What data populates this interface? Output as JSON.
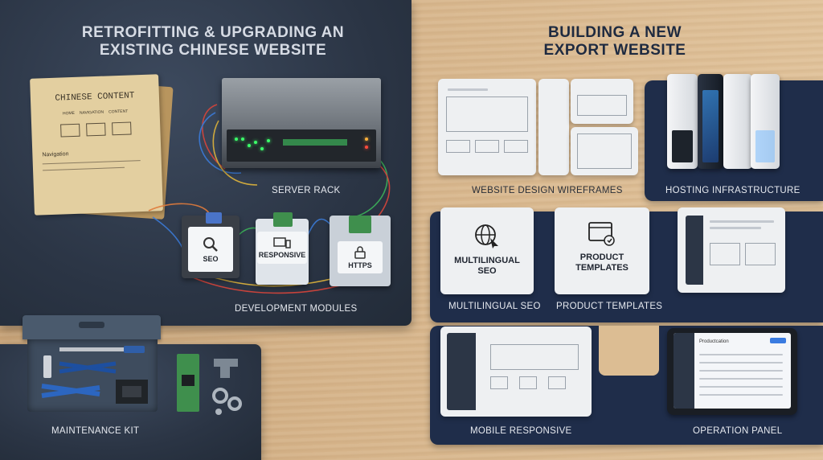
{
  "left_section": {
    "heading": "RETROFITTING & UPGRADING AN EXISTING CHINESE WEBSITE",
    "folder": {
      "title": "CHINESE CONTENT",
      "nav_items": [
        "HOME",
        "NAVIGATION",
        "CONTENT"
      ],
      "footer": "Navigation"
    },
    "server_label": "SERVER RACK",
    "modules": {
      "seo": "SEO",
      "responsive": "RESPONSIVE",
      "https": "HTTPS",
      "label": "DEVELOPMENT MODULES"
    },
    "kit_label": "MAINTENANCE KIT"
  },
  "right_section": {
    "heading": "BUILDING A NEW EXPORT WEBSITE",
    "wireframes_label": "WEBSITE DESIGN WIREFRAMES",
    "hosting_label": "HOSTING INFRASTRUCTURE",
    "multilingual": {
      "device_text": "MULTILINGUAL SEO",
      "label": "MULTILINGUAL SEO"
    },
    "product": {
      "device_text": "PRODUCT TEMPLATES",
      "label": "PRODUCT TEMPLATES"
    },
    "mobile_label": "MOBILE RESPONSIVE",
    "operation": {
      "screen_title": "Productcation",
      "label": "OPERATION PANEL"
    }
  },
  "colors": {
    "mat": "#2b3545",
    "navy_mat": "#1f2d4a",
    "wood": "#d6b48a",
    "led_green": "#3cff6a",
    "led_blue": "#3aa0ff"
  }
}
